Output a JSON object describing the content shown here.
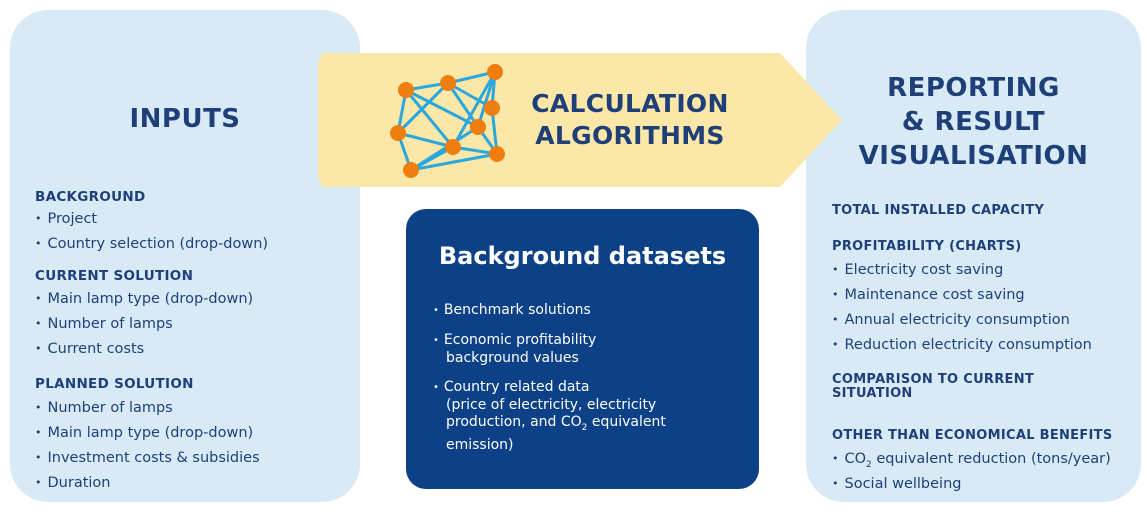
{
  "inputs": {
    "title": "INPUTS",
    "sections": [
      {
        "heading": "BACKGROUND",
        "items": [
          "Project",
          "Country selection (drop-down)"
        ]
      },
      {
        "heading": "CURRENT SOLUTION",
        "items": [
          "Main lamp type (drop-down)",
          "Number of lamps",
          "Current costs"
        ]
      },
      {
        "heading": "PLANNED SOLUTION",
        "items": [
          "Number of lamps",
          "Main lamp type (drop-down)",
          "Investment costs & subsidies",
          "Duration"
        ]
      }
    ]
  },
  "calculation": {
    "title_line1": "CALCULATION",
    "title_line2": "ALGORITHMS",
    "network_icon": "network-graph-icon",
    "colors": {
      "node": "#f07e0f",
      "edge": "#2aa7dc",
      "arrow_fill": "#fbe8a8"
    }
  },
  "datasets": {
    "title": "Background datasets",
    "items": [
      {
        "line1": "Benchmark solutions"
      },
      {
        "line1": "Economic profitability",
        "line2": "background values"
      },
      {
        "line1": "Country related data",
        "line2": "(price of electricity, electricity",
        "line3_a": "production, and CO",
        "line3_sub": "2",
        "line3_b": " equivalent",
        "line4": "emission)"
      }
    ],
    "color": "#0d4187"
  },
  "reporting": {
    "title_line1": "REPORTING",
    "title_line2": "& RESULT",
    "title_line3": "VISUALISATION",
    "sections": [
      {
        "heading": "TOTAL INSTALLED CAPACITY",
        "items": []
      },
      {
        "heading": "PROFITABILITY (CHARTS)",
        "items": [
          "Electricity cost saving",
          "Maintenance cost saving",
          "Annual electricity consumption",
          "Reduction electricity consumption"
        ]
      },
      {
        "heading_line1": "COMPARISON TO CURRENT",
        "heading_line2": "SITUATION",
        "items": []
      },
      {
        "heading": "OTHER THAN ECONOMICAL BENEFITS",
        "items": [
          {
            "a": "CO",
            "sub": "2",
            "b": " equivalent reduction (tons/year)"
          },
          "Social wellbeing"
        ]
      }
    ]
  },
  "colors": {
    "panel": "#d9eaf7",
    "text": "#1e3f78"
  }
}
